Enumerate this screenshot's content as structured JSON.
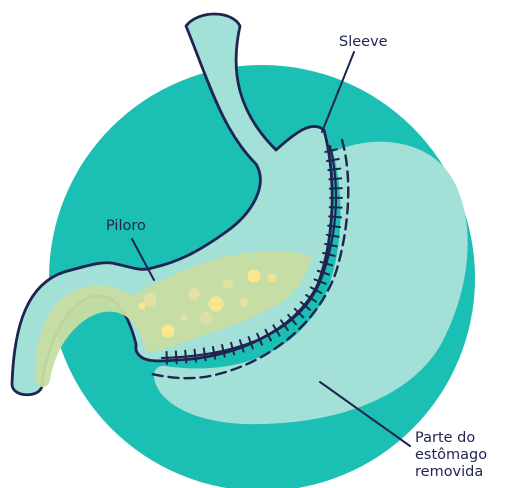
{
  "labels": {
    "sleeve": "Sleeve",
    "piloro": "Piloro",
    "removed_part": "Parte do\nestômago\nremovida"
  },
  "colors": {
    "background_circle": "#1cbfb3",
    "stomach_fill": "#a3e0d8",
    "outline": "#1f2450",
    "contents": "#c8dda3",
    "bubble": "#f6e38a",
    "bubble_bright": "#fbe68e"
  }
}
